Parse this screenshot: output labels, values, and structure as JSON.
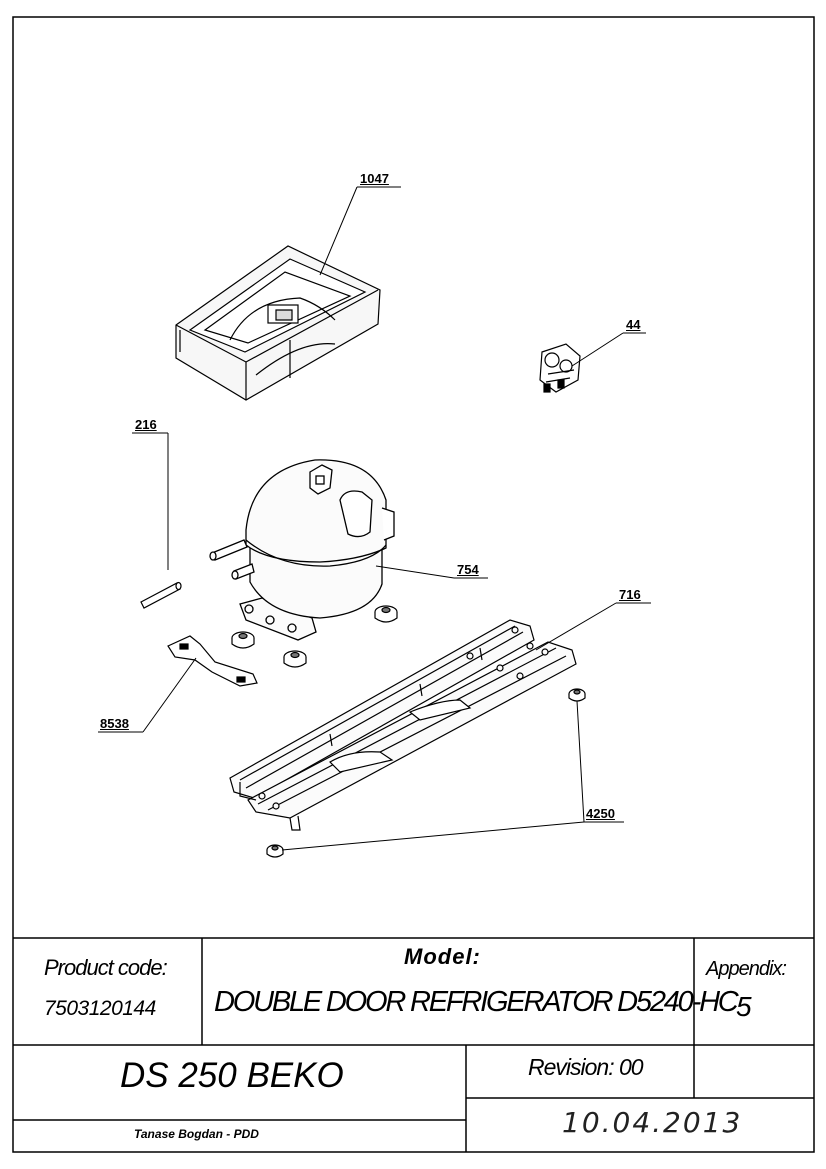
{
  "callouts": {
    "c1047": "1047",
    "c44": "44",
    "c216": "216",
    "c754": "754",
    "c716": "716",
    "c8538": "8538",
    "c4250": "4250"
  },
  "title_block": {
    "product_code_label": "Product code:",
    "product_code_value": "7503120144",
    "model_label": "Model:",
    "model_value": "DOUBLE DOOR REFRIGERATOR D5240-HC",
    "appendix_label": "Appendix:",
    "appendix_value": "5",
    "drawing_name": "DS 250 BEKO",
    "revision": "Revision: 00",
    "author": "Tanase Bogdan - PDD",
    "date": "10.04.2013"
  },
  "colors": {
    "line": "#000000",
    "paper": "#ffffff",
    "fill": "#f7f7f7"
  }
}
